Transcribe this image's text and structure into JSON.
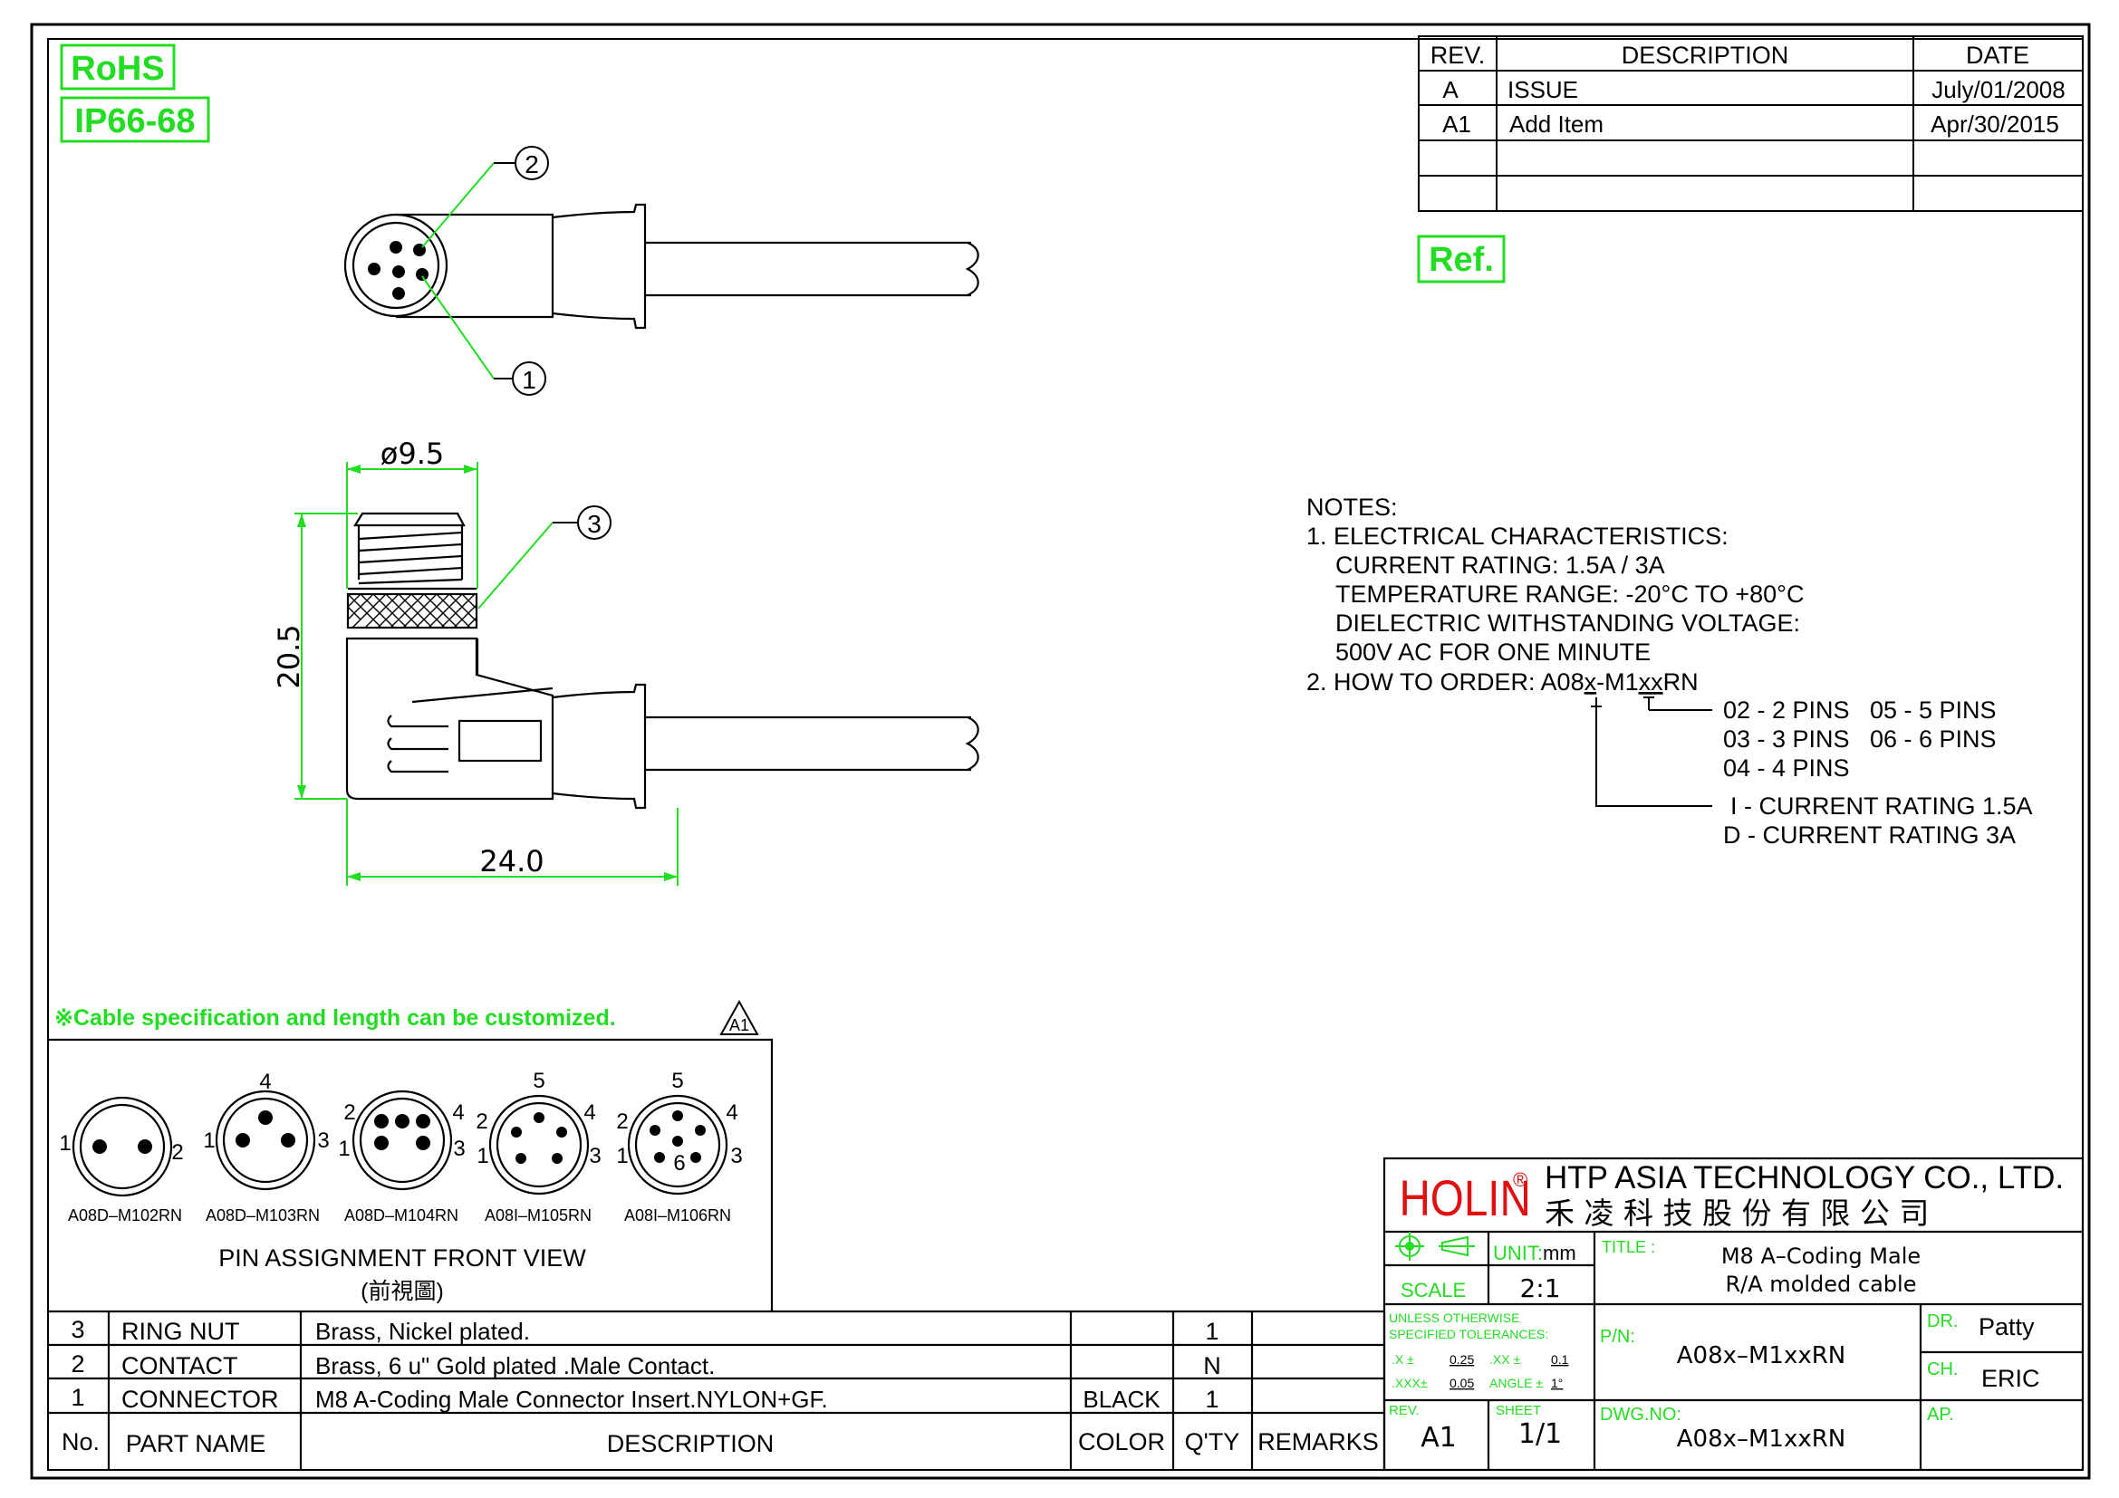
{
  "badges": {
    "rohs": "RoHS",
    "ip": "IP66-68",
    "ref": "Ref."
  },
  "revision_table": {
    "headers": [
      "REV.",
      "DESCRIPTION",
      "DATE"
    ],
    "rows": [
      [
        "A",
        "ISSUE",
        "July/01/2008"
      ],
      [
        "A1",
        "Add Item",
        "Apr/30/2015"
      ],
      [
        "",
        "",
        ""
      ],
      [
        "",
        "",
        ""
      ]
    ]
  },
  "drawing": {
    "callouts": [
      "2",
      "1",
      "3"
    ],
    "dim_diameter": "ø9.5",
    "dim_height": "20.5",
    "dim_length": "24.0"
  },
  "notes": {
    "header": "NOTES:",
    "lines": [
      "1. ELECTRICAL CHARACTERISTICS:",
      "CURRENT RATING: 1.5A / 3A",
      "TEMPERATURE RANGE: -20°C TO +80°C",
      "DIELECTRIC WITHSTANDING VOLTAGE:",
      "500V AC FOR ONE MINUTE"
    ],
    "order_prefix": "2. HOW TO ORDER: A08",
    "order_x": "x",
    "order_mid": "-M1",
    "order_xx": "xx",
    "order_suffix": "RN",
    "pins": [
      "02 - 2 PINS",
      "05 - 5 PINS",
      "03 - 3 PINS",
      "06 - 6 PINS",
      "04 - 4 PINS"
    ],
    "ratings": [
      "I - CURRENT RATING 1.5A",
      "D - CURRENT RATING 3A"
    ]
  },
  "custom_note": "※Cable specification and length can be customized.",
  "rev_marker": "A1",
  "pin_views": {
    "models": [
      "A08D–M102RN",
      "A08D–M103RN",
      "A08D–M104RN",
      "A08I–M105RN",
      "A08I–M106RN"
    ],
    "title": "PIN ASSIGNMENT FRONT VIEW",
    "subtitle": "(前視圖)",
    "labels": {
      "c1": [
        "1",
        "2"
      ],
      "c2": [
        "4",
        "1",
        "3"
      ],
      "c3": [
        "2",
        "4",
        "1",
        "3"
      ],
      "c4": [
        "5",
        "2",
        "4",
        "1",
        "3"
      ],
      "c5": [
        "5",
        "2",
        "4",
        "1",
        "3",
        "6"
      ]
    }
  },
  "bom": {
    "headers": [
      "No.",
      "PART NAME",
      "DESCRIPTION",
      "COLOR",
      "Q'TY",
      "REMARKS"
    ],
    "rows": [
      [
        "3",
        "RING NUT",
        "Brass, Nickel plated.",
        "",
        "1",
        ""
      ],
      [
        "2",
        "CONTACT",
        "Brass, 6 u\" Gold plated .Male Contact.",
        "",
        "N",
        ""
      ],
      [
        "1",
        "CONNECTOR",
        "M8 A-Coding Male Connector Insert.NYLON+GF.",
        "BLACK",
        "1",
        ""
      ]
    ]
  },
  "title_block": {
    "logo": "HOLIN",
    "logo_mark": "®",
    "company_en": "HTP ASIA TECHNOLOGY CO., LTD.",
    "company_cn": "禾 凌 科 技 股 份 有 限 公 司",
    "unit_label": "UNIT:",
    "unit_value": "mm",
    "scale_label": "SCALE",
    "scale_value": "2:1",
    "title_label": "TITLE :",
    "title_line1": "M8  A–Coding  Male",
    "title_line2": "R/A  molded  cable",
    "tol_label1": "UNLESS  OTHERWISE",
    "tol_label2": "SPECIFIED  TOLERANCES:",
    "tol_x": ".X  ±",
    "tol_x_val": "0.25",
    "tol_xx": ".XX  ±",
    "tol_xx_val": "0.1",
    "tol_xxx": ".XXX±",
    "tol_xxx_val": "0.05",
    "tol_angle": "ANGLE  ±",
    "tol_angle_val": "1°",
    "pn_label": "P/N:",
    "pn_value": "A08x–M1xxRN",
    "dr_label": "DR.",
    "dr_value": "Patty",
    "ch_label": "CH.",
    "ch_value": "ERIC",
    "rev_label": "REV.",
    "rev_value": "A1",
    "sheet_label": "SHEET",
    "sheet_value": "1/1",
    "dwg_label": "DWG.NO:",
    "dwg_value": "A08x–M1xxRN",
    "ap_label": "AP."
  },
  "colors": {
    "accent_green": "#22dd22",
    "logo_red": "#e01010",
    "line": "#000000"
  }
}
